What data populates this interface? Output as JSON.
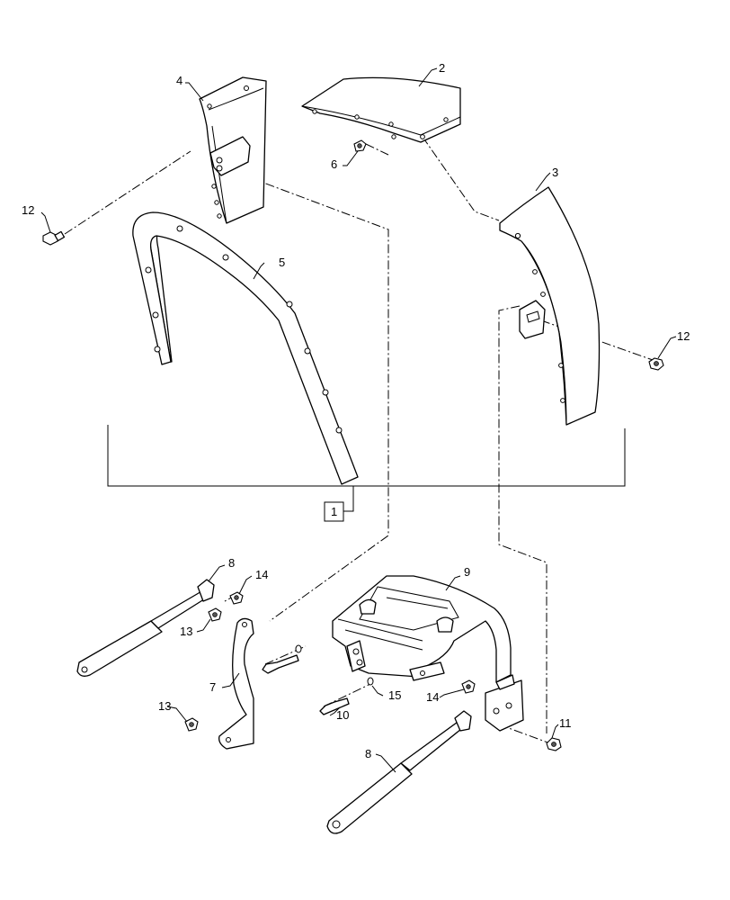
{
  "callouts": {
    "c1": "1",
    "c2": "2",
    "c3": "3",
    "c4": "4",
    "c5": "5",
    "c6": "6",
    "c7": "7",
    "c8a": "8",
    "c8b": "8",
    "c9": "9",
    "c10": "10",
    "c11": "11",
    "c12a": "12",
    "c12b": "12",
    "c13a": "13",
    "c13b": "13",
    "c14a": "14",
    "c14b": "14",
    "c15": "15"
  }
}
